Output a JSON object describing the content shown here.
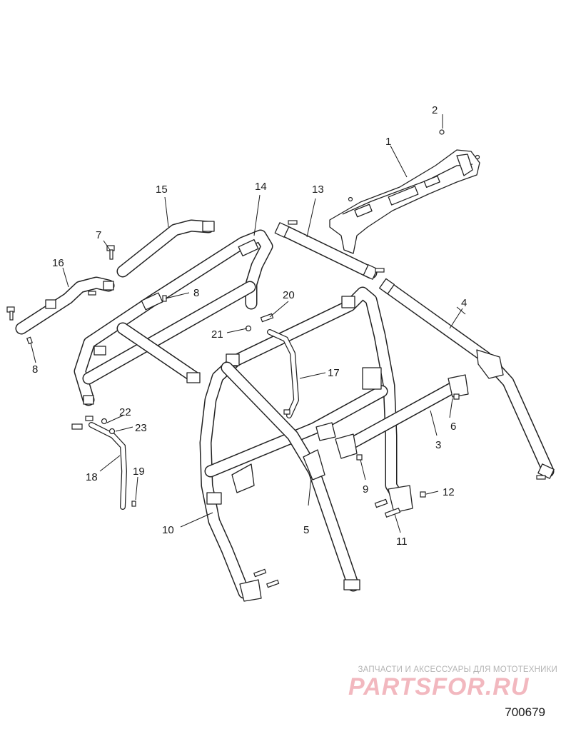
{
  "callouts": {
    "c1": "1",
    "c2": "2",
    "c3": "3",
    "c4": "4",
    "c5": "5",
    "c6": "6",
    "c7": "7",
    "c8a": "8",
    "c8b": "8",
    "c9": "9",
    "c10": "10",
    "c11": "11",
    "c12": "12",
    "c13": "13",
    "c14": "14",
    "c15": "15",
    "c16": "16",
    "c17": "17",
    "c18": "18",
    "c19": "19",
    "c20": "20",
    "c21": "21",
    "c22": "22",
    "c23": "23"
  },
  "watermark": {
    "tagline": "ЗАПЧАСТИ И АКСЕССУАРЫ ДЛЯ МОТОТЕХНИКИ",
    "logo": "PARTSFOR.RU"
  },
  "figure_number": "700679"
}
